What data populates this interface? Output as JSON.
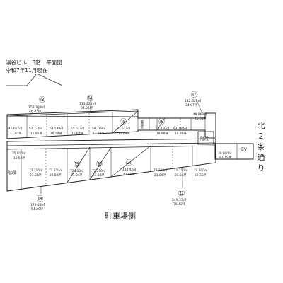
{
  "header": {
    "title": "湯谷ビル　3階　平面図",
    "date": "令和7年11月現在"
  },
  "street_label": [
    "北",
    "2",
    "条",
    "通",
    "り"
  ],
  "bottom_label": "駐車場側",
  "units": [
    {
      "key": "u13_tag",
      "text": "⑬"
    },
    {
      "key": "u13_area",
      "text": "153.280㎡"
    },
    {
      "key": "u13_tsubo",
      "text": "46.37坪"
    },
    {
      "key": "u14_tag",
      "text": "⑭"
    },
    {
      "key": "u14_area",
      "text": "113.221㎡"
    },
    {
      "key": "u14_tsubo",
      "text": "34.25坪"
    },
    {
      "key": "u17_tag",
      "text": "⑰"
    },
    {
      "key": "u17_area",
      "text": "112.628㎡"
    },
    {
      "key": "u17_tsubo",
      "text": "34.07坪"
    },
    {
      "key": "r1_area",
      "text": "46.017㎡"
    },
    {
      "key": "r1_tsubo",
      "text": "13.92坪"
    },
    {
      "key": "r2_area",
      "text": "52.724㎡"
    },
    {
      "key": "r2_tsubo",
      "text": "15.95坪"
    },
    {
      "key": "r3_area",
      "text": "54.549㎡"
    },
    {
      "key": "r3_tsubo",
      "text": "16.50坪"
    },
    {
      "key": "r4_area",
      "text": "55.023㎡"
    },
    {
      "key": "r4_tsubo",
      "text": "16.64坪"
    },
    {
      "key": "r5_area",
      "text": "58.198㎡"
    },
    {
      "key": "r5_tsubo",
      "text": "17.60坪"
    },
    {
      "key": "u15_tag",
      "text": "⑮"
    },
    {
      "key": "u15_area",
      "text": "91.527㎡"
    },
    {
      "key": "u15_tsubo",
      "text": "27.68坪"
    },
    {
      "key": "u16_tag",
      "text": "⑯"
    },
    {
      "key": "u16_area",
      "text": "62.760㎡"
    },
    {
      "key": "u16_tsubo",
      "text": "18.98坪"
    },
    {
      "key": "r7_area",
      "text": "62.768㎡"
    },
    {
      "key": "r7_tsubo",
      "text": "18.98坪"
    },
    {
      "key": "r8_area",
      "text": "49.868㎡"
    },
    {
      "key": "r8_tsubo",
      "text": "15.08坪"
    },
    {
      "key": "mid_label",
      "text": "管理室"
    },
    {
      "key": "stairs_right",
      "text": "階段"
    },
    {
      "key": "ev",
      "text": "EV"
    },
    {
      "key": "ev_area",
      "text": "30.000㎡"
    },
    {
      "key": "ev_tsubo",
      "text": "9.075坪"
    },
    {
      "key": "stairs_left",
      "text": "階段"
    },
    {
      "key": "l1_area",
      "text": "35.010㎡"
    },
    {
      "key": "l1_tsubo",
      "text": "10.59坪"
    },
    {
      "key": "l2_area",
      "text": "72.210㎡"
    },
    {
      "key": "l2_tsubo",
      "text": "21.84坪"
    },
    {
      "key": "l3_area",
      "text": "72.210㎡"
    },
    {
      "key": "l3_tsubo",
      "text": "21.84坪"
    },
    {
      "key": "u19_tag",
      "text": "⑲"
    },
    {
      "key": "u19_area",
      "text": "72.210㎡"
    },
    {
      "key": "u19_tsubo",
      "text": "21.84坪"
    },
    {
      "key": "u20_tag",
      "text": "⑳"
    },
    {
      "key": "u20_area",
      "text": "72.210㎡"
    },
    {
      "key": "u20_tsubo",
      "text": "21.84坪"
    },
    {
      "key": "u21_tag",
      "text": "㉑"
    },
    {
      "key": "u21_area",
      "text": "144.42㎡"
    },
    {
      "key": "u21_tsubo",
      "text": "43.69坪"
    },
    {
      "key": "l6_area",
      "text": "72.210㎡"
    },
    {
      "key": "l6_tsubo",
      "text": "21.84坪"
    },
    {
      "key": "l7_area",
      "text": "72.210㎡"
    },
    {
      "key": "l7_tsubo",
      "text": "21.84坪"
    },
    {
      "key": "l8_area",
      "text": "74.910㎡"
    },
    {
      "key": "l8_tsubo",
      "text": "22.66坪"
    },
    {
      "key": "u18_tag",
      "text": "⑱"
    },
    {
      "key": "u18_area",
      "text": "179.43㎡"
    },
    {
      "key": "u18_tsubo",
      "text": "54.28坪"
    },
    {
      "key": "u22_tag",
      "text": "㉒"
    },
    {
      "key": "u22_area",
      "text": "249.33㎡"
    },
    {
      "key": "u22_tsubo",
      "text": "75.42坪"
    }
  ]
}
